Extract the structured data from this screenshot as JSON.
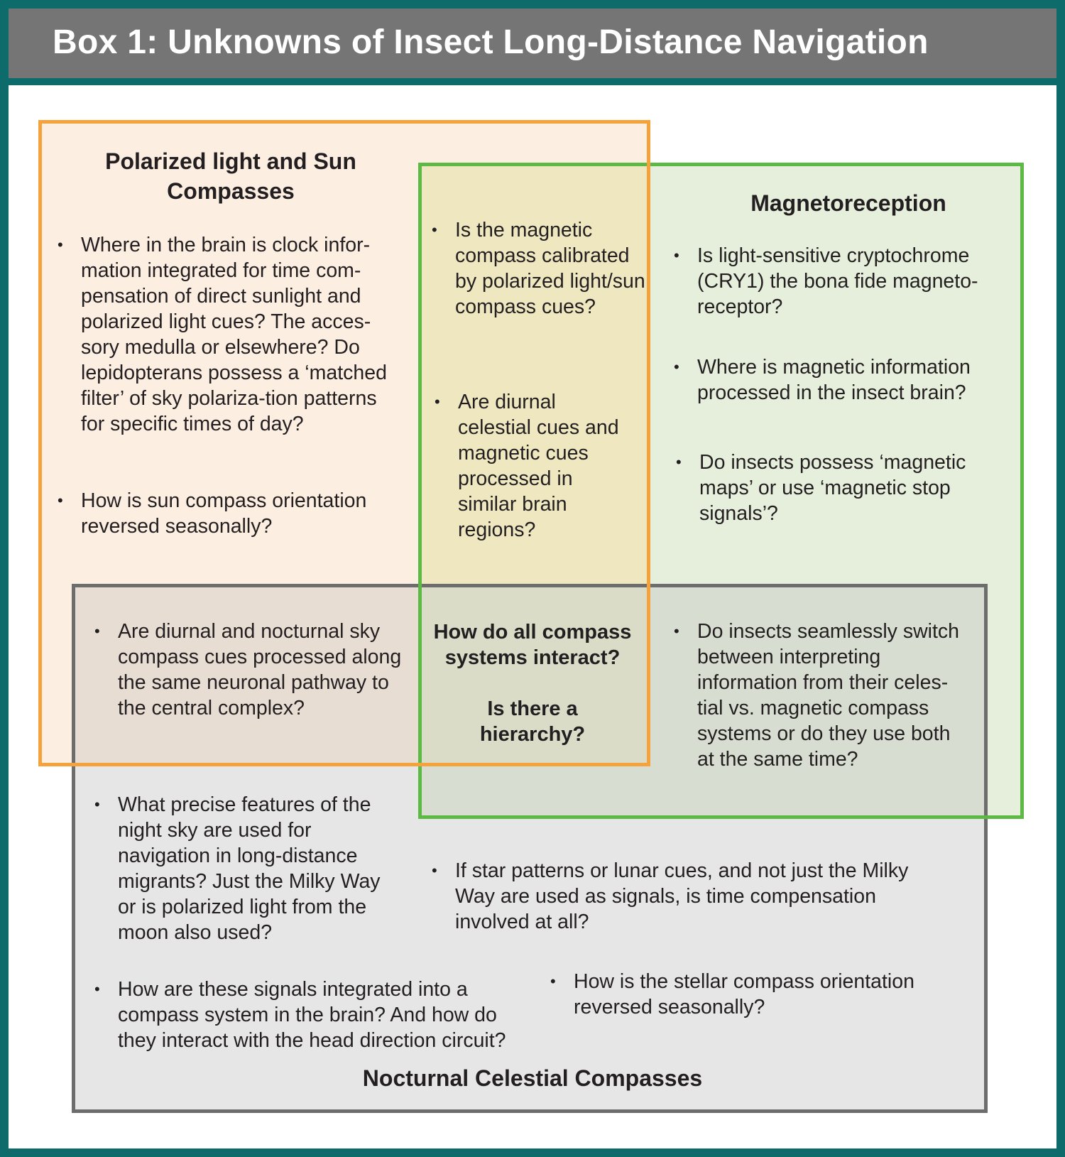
{
  "title": "Box 1: Unknowns of Insect Long-Distance Navigation",
  "colors": {
    "frame": "#0d6b6b",
    "header": "#757575",
    "orange": "#f5a23a",
    "green": "#5cb944",
    "gray": "#6d6d6d"
  },
  "polarized": {
    "heading": "Polarized light and Sun Compasses",
    "items": [
      "Where in the brain is clock infor-mation integrated for time com-pensation of direct sunlight and polarized light cues? The acces-sory medulla or elsewhere? Do lepidopterans possess a ‘matched filter’ of sky polariza-tion patterns for specific times of day?",
      "How is sun compass orientation reversed seasonally?"
    ]
  },
  "polarized_magnetic": {
    "items": [
      "Is the magnetic compass calibrated by polarized light/sun compass cues?",
      "Are diurnal celestial cues and magnetic cues processed in similar brain regions?"
    ]
  },
  "magnetoreception": {
    "heading": "Magnetoreception",
    "items": [
      "Is light-sensitive cryptochrome (CRY1) the bona fide magneto-receptor?",
      "Where is magnetic information processed in the insect brain?",
      "Do insects possess ‘magnetic maps’ or use ‘magnetic stop signals’?"
    ]
  },
  "sky_overlap": {
    "items": [
      "Are diurnal and nocturnal sky compass cues processed along the same neuronal pathway to the central complex?"
    ]
  },
  "center": {
    "question1": "How do all compass systems interact?",
    "question2": "Is there a hierarchy?"
  },
  "celestial_magnetic": {
    "items": [
      "Do insects seamlessly switch between interpreting information from their celes-tial vs. magnetic compass systems or do they use both at the same time?"
    ]
  },
  "nocturnal": {
    "heading": "Nocturnal Celestial Compasses",
    "items": [
      "What precise features of the night sky are used for navigation in long-distance migrants? Just the Milky Way or is polarized light from the moon also used?",
      "If star patterns or lunar cues, and not just the Milky Way are used as signals, is time compensation involved at all?",
      "How are these signals integrated into a compass system in the brain? And how do they interact with the head direction circuit?",
      "How is the stellar compass orientation reversed seasonally?"
    ]
  }
}
